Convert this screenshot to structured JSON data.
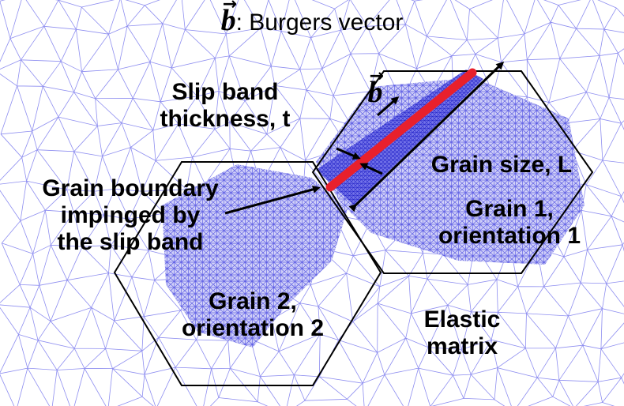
{
  "title": {
    "symbol": "b",
    "text": ": Burgers vector"
  },
  "labels": {
    "slip_band": [
      "Slip band",
      "thickness, t"
    ],
    "grain_boundary": [
      "Grain boundary",
      "impinged by",
      "the slip band"
    ],
    "grain_size": "Grain size, L",
    "grain1": [
      "Grain 1,",
      "orientation 1"
    ],
    "grain2": [
      "Grain 2,",
      "orientation 2"
    ],
    "elastic": [
      "Elastic",
      "matrix"
    ],
    "burgers_symbol": "b"
  },
  "colors": {
    "mesh_fine": "#5a5ae6",
    "mesh_coarse": "#8e8ef0",
    "slip_band": "#e8202c",
    "grain_outline": "#000000",
    "text": "#000000"
  }
}
